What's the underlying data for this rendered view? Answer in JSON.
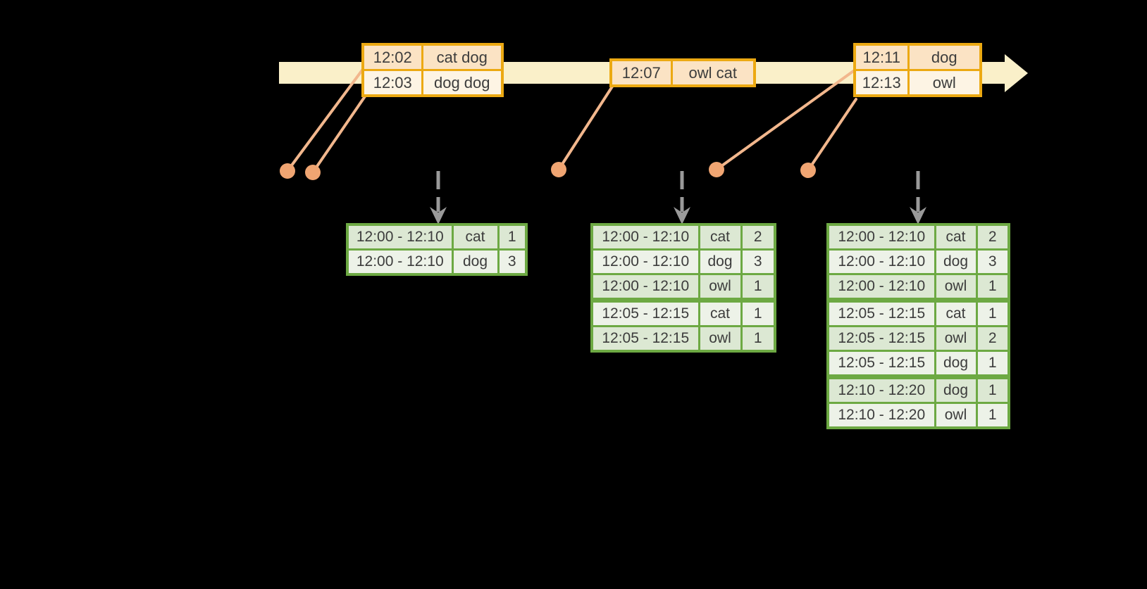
{
  "colors": {
    "background": "#000000",
    "timeline_fill": "#faf0c9",
    "event_border": "#eca912",
    "event_row_dark": "#fbe3c4",
    "event_row_light": "#fdf4e4",
    "result_border": "#6da943",
    "result_row_dark": "#dce8d3",
    "result_row_light": "#edf2e8",
    "dot_fill": "#f0a572",
    "connector_stroke": "#f2b78d",
    "trigger_arrow": "#9a9a9a",
    "text": "#3c3c3c"
  },
  "icons": {
    "timeline_arrow": "timeline-arrow-icon",
    "trigger_arrow": "trigger-arrow-icon",
    "event_dot": "event-dot-icon"
  },
  "event_tables": [
    {
      "rows": [
        {
          "time": "12:02",
          "words": "cat dog"
        },
        {
          "time": "12:03",
          "words": "dog dog"
        }
      ]
    },
    {
      "rows": [
        {
          "time": "12:07",
          "words": "owl cat"
        }
      ]
    },
    {
      "rows": [
        {
          "time": "12:11",
          "words": "dog"
        },
        {
          "time": "12:13",
          "words": "owl"
        }
      ]
    }
  ],
  "result_tables": [
    {
      "rows": [
        {
          "window": "12:00 - 12:10",
          "word": "cat",
          "count": "1"
        },
        {
          "window": "12:00 - 12:10",
          "word": "dog",
          "count": "3"
        }
      ]
    },
    {
      "rows": [
        {
          "window": "12:00 - 12:10",
          "word": "cat",
          "count": "2"
        },
        {
          "window": "12:00 - 12:10",
          "word": "dog",
          "count": "3"
        },
        {
          "window": "12:00 - 12:10",
          "word": "owl",
          "count": "1"
        },
        {
          "window": "12:05 - 12:15",
          "word": "cat",
          "count": "1"
        },
        {
          "window": "12:05 - 12:15",
          "word": "owl",
          "count": "1"
        }
      ]
    },
    {
      "rows": [
        {
          "window": "12:00 - 12:10",
          "word": "cat",
          "count": "2"
        },
        {
          "window": "12:00 - 12:10",
          "word": "dog",
          "count": "3"
        },
        {
          "window": "12:00 - 12:10",
          "word": "owl",
          "count": "1"
        },
        {
          "window": "12:05 - 12:15",
          "word": "cat",
          "count": "1"
        },
        {
          "window": "12:05 - 12:15",
          "word": "owl",
          "count": "2"
        },
        {
          "window": "12:05 - 12:15",
          "word": "dog",
          "count": "1"
        },
        {
          "window": "12:10 - 12:20",
          "word": "dog",
          "count": "1"
        },
        {
          "window": "12:10 - 12:20",
          "word": "owl",
          "count": "1"
        }
      ]
    }
  ]
}
